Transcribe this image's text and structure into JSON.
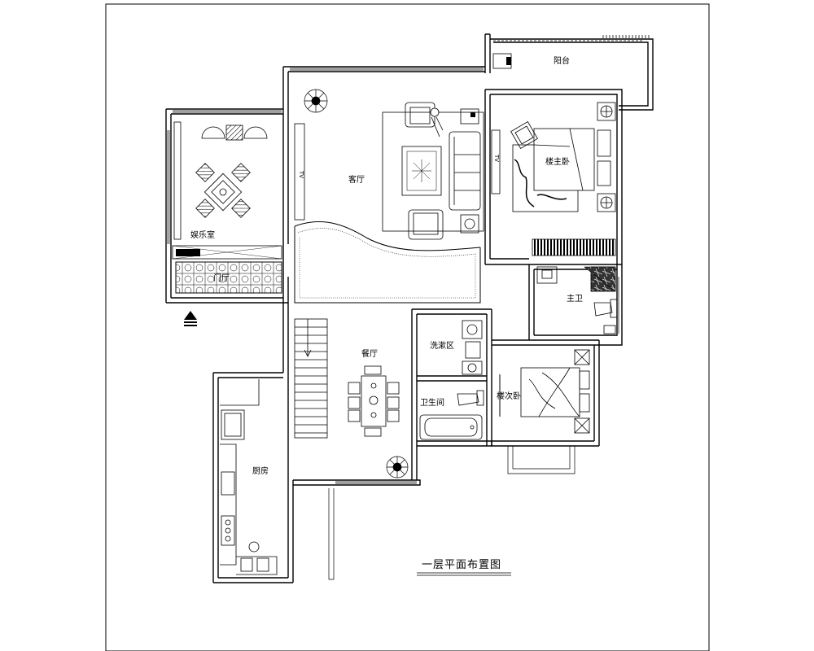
{
  "drawing": {
    "caption": "一层平面布置图",
    "rooms": {
      "balcony": "阳台",
      "living_room": "客厅",
      "master_bedroom": "楼主卧",
      "entertainment_room": "娱乐室",
      "foyer": "门厅",
      "master_bath": "主卫",
      "dining_room": "餐厅",
      "washing_area": "洗漱区",
      "second_bedroom": "楼次卧",
      "bathroom": "卫生间",
      "kitchen": "厨房"
    },
    "tv_labels": {
      "living_room": "TV",
      "master_bedroom": "TV"
    }
  },
  "colors": {
    "line": "#000000",
    "background": "#ffffff"
  }
}
